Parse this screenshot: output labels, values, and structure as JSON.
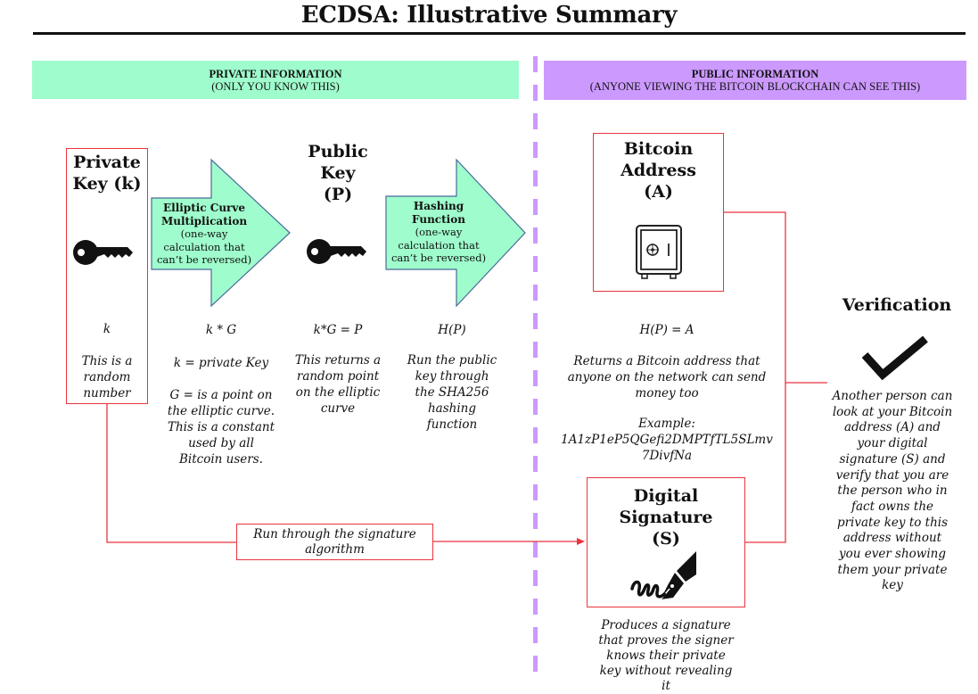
{
  "title": "ECDSA: Illustrative Summary",
  "bands": {
    "private": {
      "heading": "PRIVATE INFORMATION",
      "sub": "(ONLY YOU KNOW THIS)"
    },
    "public": {
      "heading": "PUBLIC INFORMATION",
      "sub": "(ANYONE VIEWING THE BITCOIN BLOCKCHAIN CAN SEE THIS)"
    }
  },
  "colors": {
    "private": "#9ffccc",
    "public": "#cc99ff",
    "connector": "#e8353d",
    "arrow": "#9ffccc",
    "arrow_border": "#4a6a9a"
  },
  "private_key": {
    "title_line1": "Private",
    "title_line2": "Key (k)",
    "icon": "key-icon",
    "symbol": "k",
    "desc": [
      "This is a",
      "random",
      "number"
    ]
  },
  "ec_arrow": {
    "title_line1": "Elliptic Curve",
    "title_line2": "Multiplication",
    "desc": [
      "(one-way",
      "calculation that",
      "can’t be reversed)"
    ],
    "formula": "k * G",
    "notes": [
      "k =  private Key",
      "",
      "G = is a point on",
      "the elliptic curve.",
      "This is a constant",
      "used by all",
      "Bitcoin users."
    ]
  },
  "public_key": {
    "title_line1": "Public",
    "title_line2": "Key",
    "title_line3": "(P)",
    "icon": "key-icon",
    "formula": "k*G = P",
    "desc": [
      "This returns a",
      "random point",
      "on the elliptic",
      "curve"
    ]
  },
  "hash_arrow": {
    "title_line1": "Hashing",
    "title_line2": "Function",
    "desc": [
      "(one-way",
      "calculation that",
      "can’t be reversed)"
    ],
    "formula": "H(P)",
    "notes": [
      "Run the public",
      "key through",
      "the SHA256",
      "hashing",
      "function"
    ]
  },
  "bitcoin_address": {
    "title_line1": "Bitcoin",
    "title_line2": "Address",
    "title_line3": "(A)",
    "icon": "safe-icon",
    "formula": "H(P) = A",
    "desc": [
      "Returns a Bitcoin address that",
      "anyone on the network can send",
      "money too"
    ],
    "example_label": "Example:",
    "example_value": [
      "1A1zP1eP5QGefi2DMPTfTL5SLmv",
      "7DivfNa"
    ]
  },
  "digital_signature": {
    "title_line1": "Digital",
    "title_line2": "Signature",
    "title_line3": "(S)",
    "icon": "fountain-pen-signature-icon",
    "desc": [
      "Produces a signature",
      "that proves the signer",
      "knows their private",
      "key without revealing",
      "it"
    ]
  },
  "signature_algorithm": {
    "label_line1": "Run through the signature",
    "label_line2": "algorithm"
  },
  "verification": {
    "title": "Verification",
    "icon": "checkmark-icon",
    "desc": [
      "Another person can",
      "look at your Bitcoin",
      "address (A) and",
      "your digital",
      "signature (S) and",
      "verify that you are",
      "the person who in",
      "fact owns the",
      "private key to this",
      "address without",
      "you ever showing",
      "them your private",
      "key"
    ]
  }
}
